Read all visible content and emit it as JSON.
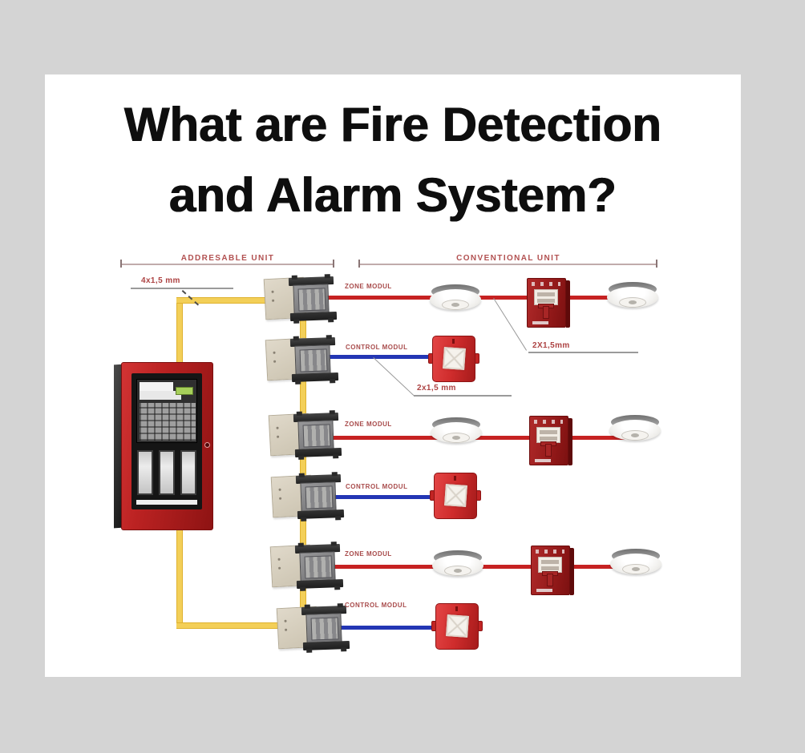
{
  "title": {
    "line1": "What are Fire Detection",
    "line2": "and Alarm System?"
  },
  "sections": {
    "addressable": "ADDRESABLE UNIT",
    "conventional": "CONVENTIONAL UNIT"
  },
  "cable_labels": {
    "loop": "4x1,5 mm",
    "zone": "2X1,5mm",
    "control": "2x1,5 mm"
  },
  "rows": [
    {
      "type": "zone",
      "label": "ZONE MODUL"
    },
    {
      "type": "control",
      "label": "CONTROL MODUL"
    },
    {
      "type": "zone",
      "label": "ZONE MODUL"
    },
    {
      "type": "control",
      "label": "CONTROL MODUL"
    },
    {
      "type": "zone",
      "label": "ZONE MODUL"
    },
    {
      "type": "control",
      "label": "CONTROL MODUL"
    }
  ],
  "colors": {
    "background": "#d4d4d4",
    "card": "#ffffff",
    "title_text": "#0e0e0e",
    "loop_wire_yellow": "#f3cf58",
    "zone_wire_red": "#c62222",
    "control_wire_blue": "#2336b4",
    "panel_red": "#bb2222",
    "diagram_label_red": "#a84b4b"
  }
}
